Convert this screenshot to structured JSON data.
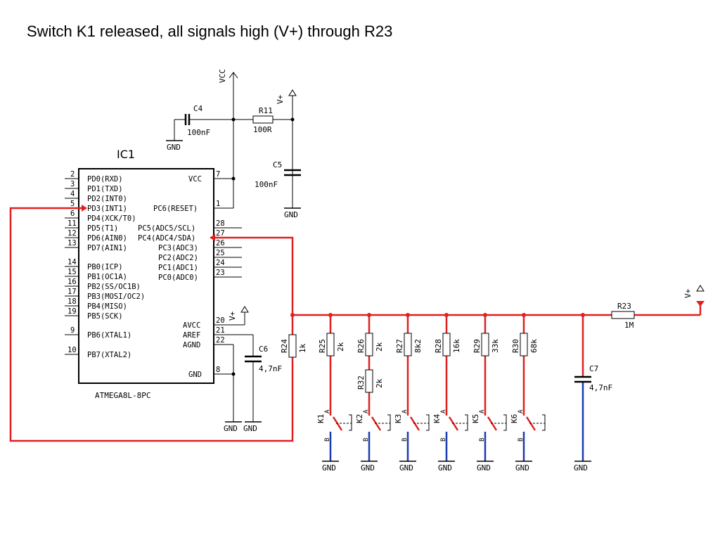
{
  "title": "Switch K1 released, all signals high (V+) through R23",
  "colors": {
    "wire": "#000000",
    "signal": "#e02020",
    "ground": "#1a3ab0"
  },
  "ic": {
    "name": "IC1",
    "part": "ATMEGA8L-8PC",
    "left_pins": [
      {
        "num": "2",
        "label": "PD0(RXD)"
      },
      {
        "num": "3",
        "label": "PD1(TXD)"
      },
      {
        "num": "4",
        "label": "PD2(INT0)"
      },
      {
        "num": "5",
        "label": "PD3(INT1)"
      },
      {
        "num": "6",
        "label": "PD4(XCK/T0)"
      },
      {
        "num": "11",
        "label": "PD5(T1)"
      },
      {
        "num": "12",
        "label": "PD6(AIN0)"
      },
      {
        "num": "13",
        "label": "PD7(AIN1)"
      },
      {
        "num": "14",
        "label": "PB0(ICP)"
      },
      {
        "num": "15",
        "label": "PB1(OC1A)"
      },
      {
        "num": "16",
        "label": "PB2(SS/OC1B)"
      },
      {
        "num": "17",
        "label": "PB3(MOSI/OC2)"
      },
      {
        "num": "18",
        "label": "PB4(MISO)"
      },
      {
        "num": "19",
        "label": "PB5(SCK)"
      },
      {
        "num": "9",
        "label": "PB6(XTAL1)"
      },
      {
        "num": "10",
        "label": "PB7(XTAL2)"
      }
    ],
    "right_pins": [
      {
        "num": "7",
        "label": "VCC"
      },
      {
        "num": "1",
        "label": "PC6(RESET)"
      },
      {
        "num": "28",
        "label": "PC5(ADC5/SCL)"
      },
      {
        "num": "27",
        "label": "PC4(ADC4/SDA)"
      },
      {
        "num": "26",
        "label": "PC3(ADC3)"
      },
      {
        "num": "25",
        "label": "PC2(ADC2)"
      },
      {
        "num": "24",
        "label": "PC1(ADC1)"
      },
      {
        "num": "23",
        "label": "PC0(ADC0)"
      },
      {
        "num": "20",
        "label": "AVCC"
      },
      {
        "num": "21",
        "label": "AREF"
      },
      {
        "num": "22",
        "label": "AGND"
      },
      {
        "num": "8",
        "label": "GND"
      }
    ]
  },
  "components": {
    "c4": {
      "name": "C4",
      "value": "100nF"
    },
    "r11": {
      "name": "R11",
      "value": "100R"
    },
    "c5": {
      "name": "C5",
      "value": "100nF"
    },
    "c6": {
      "name": "C6",
      "value": "4,7nF"
    },
    "c7": {
      "name": "C7",
      "value": "4,7nF"
    },
    "r23": {
      "name": "R23",
      "value": "1M"
    },
    "r24": {
      "name": "R24",
      "value": "1k"
    },
    "r32": {
      "name": "R32",
      "value": "2k"
    }
  },
  "ladder": [
    {
      "resistor": "R25",
      "value": "2k",
      "switch": "K1"
    },
    {
      "resistor": "R26",
      "value": "2k",
      "switch": "K2"
    },
    {
      "resistor": "R27",
      "value": "8k2",
      "switch": "K3"
    },
    {
      "resistor": "R28",
      "value": "16k",
      "switch": "K4"
    },
    {
      "resistor": "R29",
      "value": "33k",
      "switch": "K5"
    },
    {
      "resistor": "R30",
      "value": "68k",
      "switch": "K6"
    }
  ],
  "nets": {
    "vcc": "VCC",
    "vplus": "V+",
    "gnd": "GND"
  },
  "switch_terminals": {
    "a": "A",
    "b": "B"
  }
}
